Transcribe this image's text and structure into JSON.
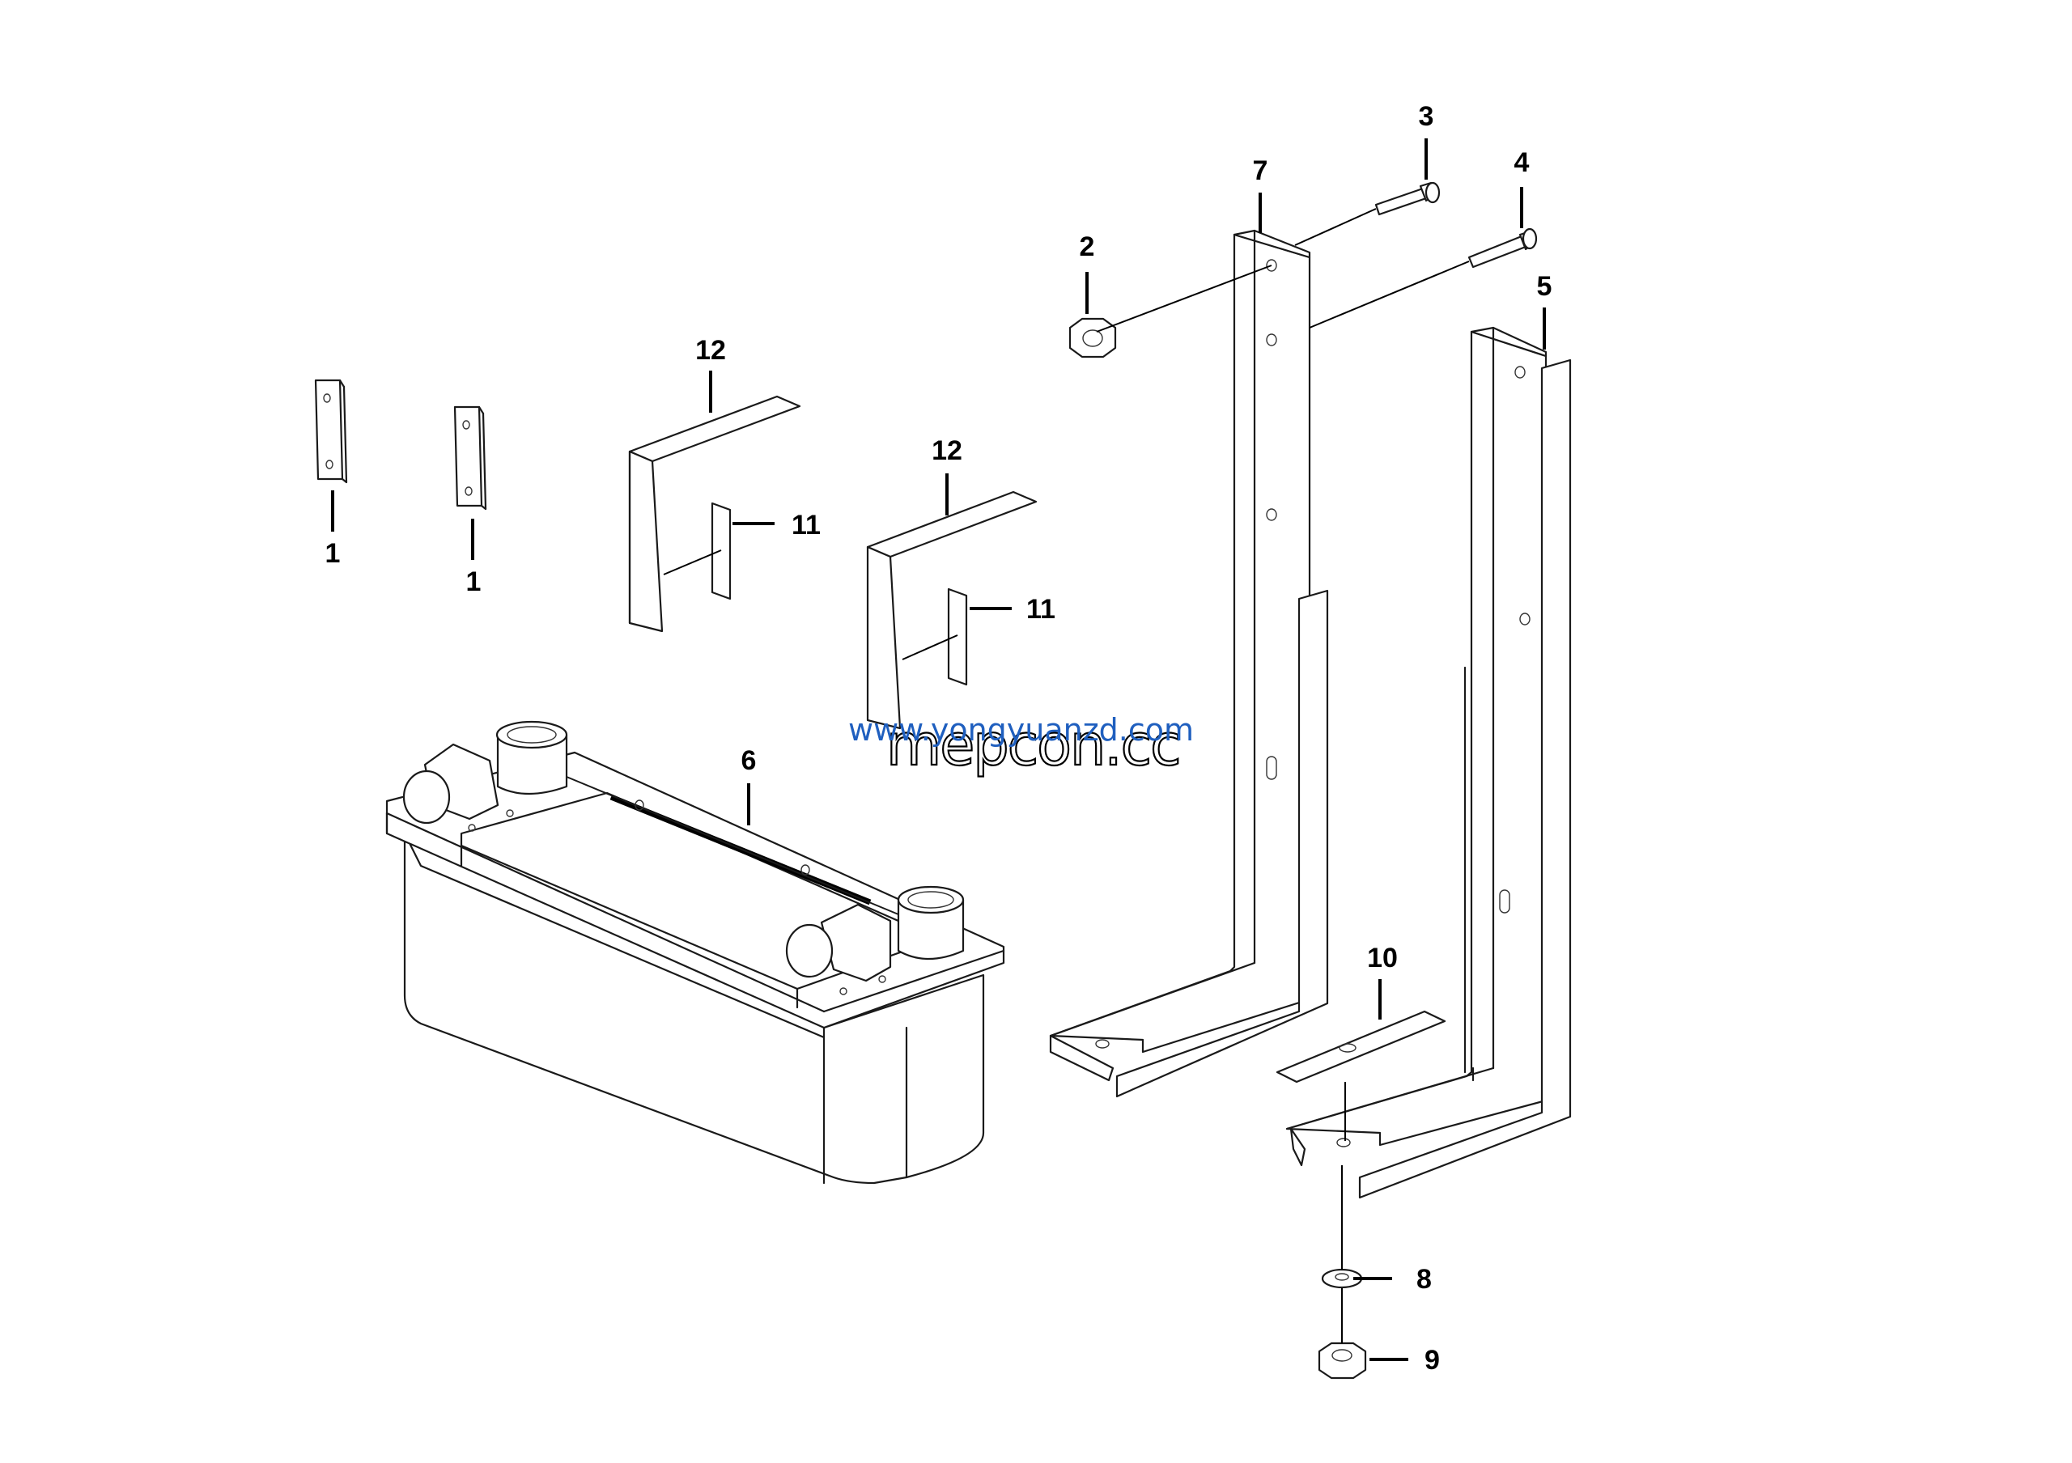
{
  "callouts": {
    "c1a": "1",
    "c1b": "1",
    "c2": "2",
    "c3": "3",
    "c4": "4",
    "c5": "5",
    "c6": "6",
    "c7": "7",
    "c8": "8",
    "c9": "9",
    "c10": "10",
    "c11a": "11",
    "c11b": "11",
    "c12a": "12",
    "c12b": "12"
  },
  "watermark": {
    "url": "www.yongyuanzd.com",
    "brand": "mepcon.cc"
  },
  "colors": {
    "line": "#1a1a1a",
    "watermark_url": "#1f5fbf"
  }
}
